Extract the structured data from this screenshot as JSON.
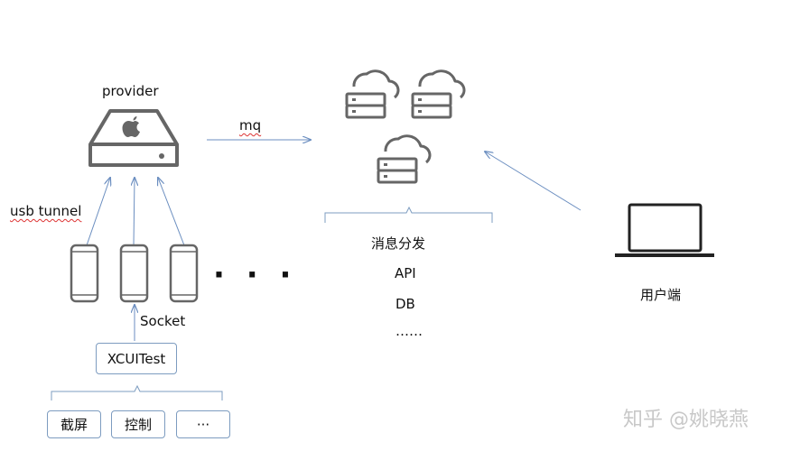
{
  "provider": {
    "label": "provider"
  },
  "links": {
    "mq_label": "mq",
    "usb_label": "usb tunnel",
    "socket_label": "Socket"
  },
  "devices": {
    "more": "· · ·"
  },
  "xcuitest": {
    "label": "XCUITest"
  },
  "functions": [
    "截屏",
    "控制",
    "···"
  ],
  "services": {
    "items": [
      "消息分发",
      "API",
      "DB",
      "……"
    ]
  },
  "user": {
    "label": "用户端"
  },
  "watermark": "知乎 @姚晓燕",
  "colors": {
    "arrow": "#6b8ec0",
    "icon": "#666666",
    "box_border": "#7d9cc0"
  }
}
